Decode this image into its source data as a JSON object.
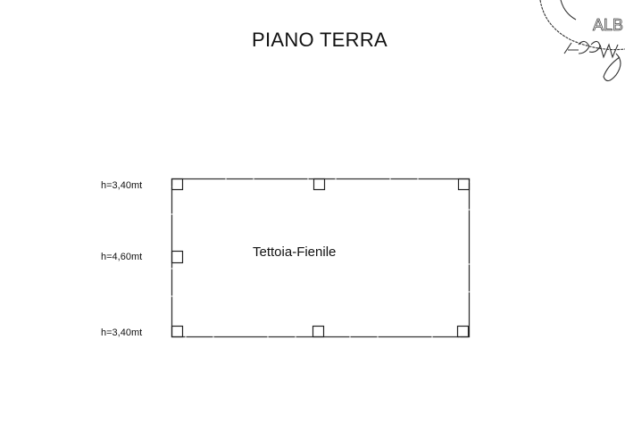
{
  "title": "PIANO TERRA",
  "room_label": "Tettoia-Fienile",
  "heights": [
    "h=3,40mt",
    "h=4,60mt",
    "h=3,40mt"
  ],
  "stamp": {
    "text": "ALBO",
    "signature": "FGB M"
  }
}
